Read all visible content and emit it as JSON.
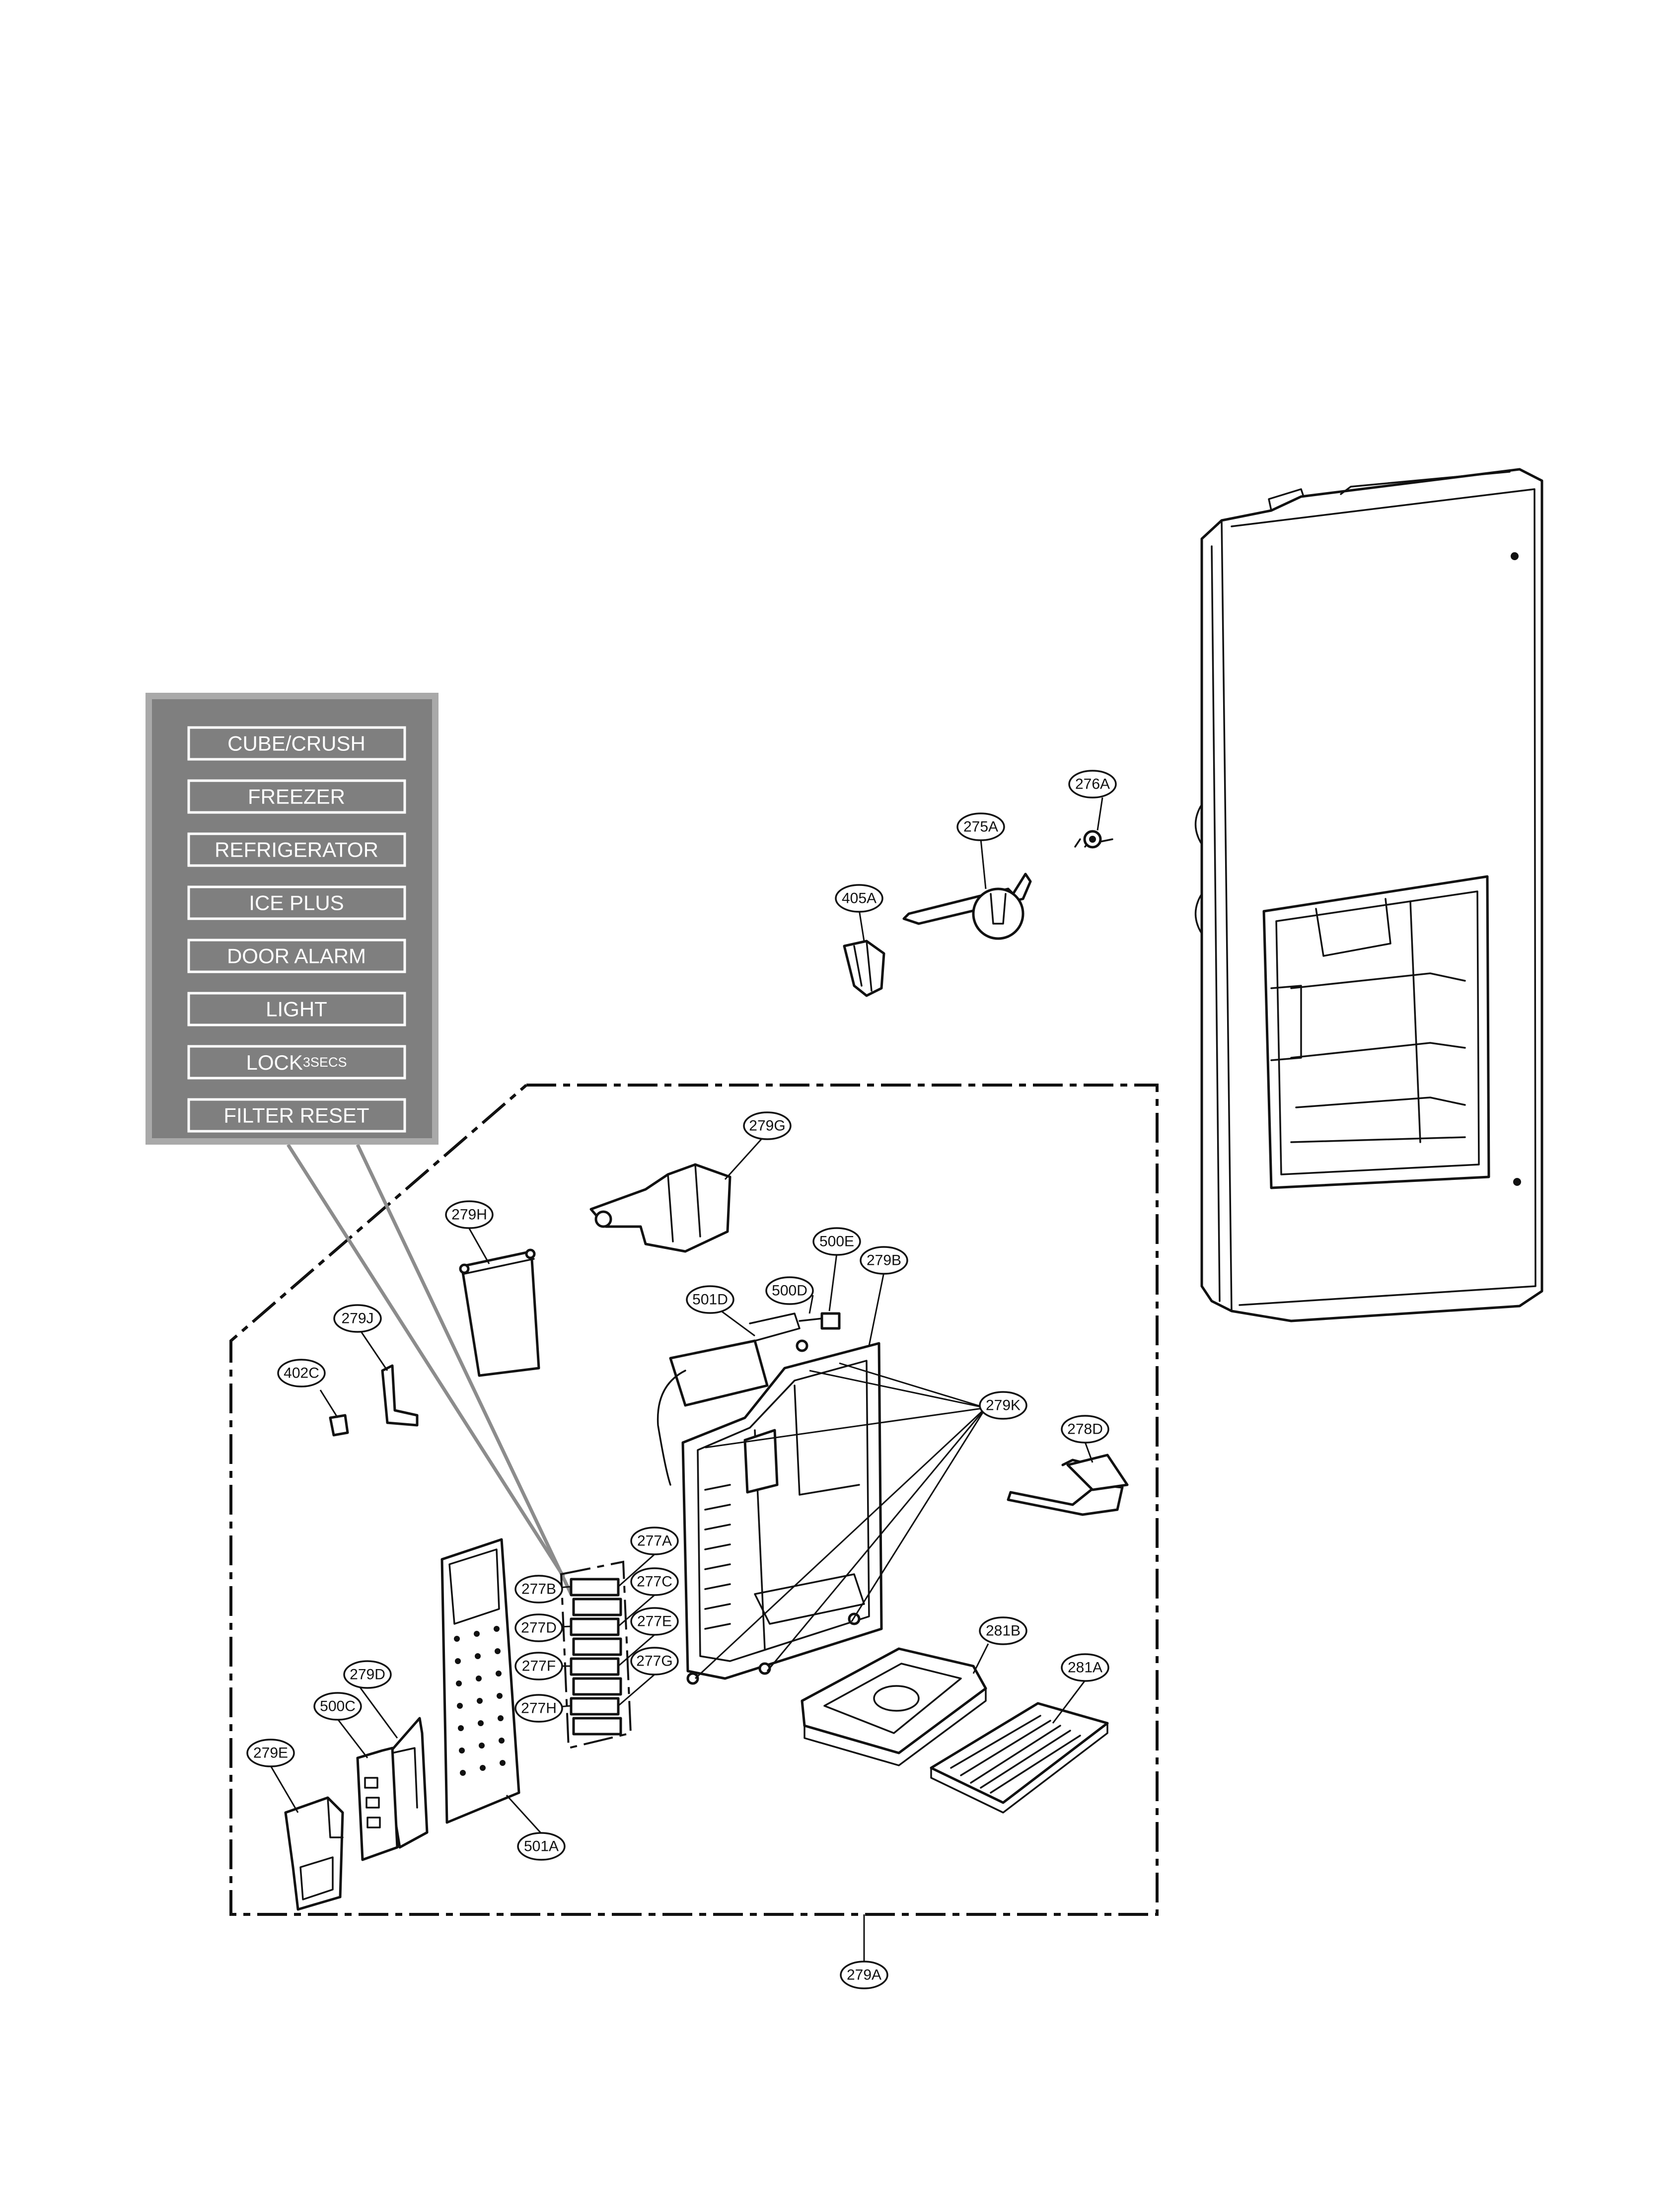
{
  "control_panel": {
    "buttons": [
      {
        "label": "CUBE/CRUSH"
      },
      {
        "label": "FREEZER"
      },
      {
        "label": "REFRIGERATOR"
      },
      {
        "label": "ICE PLUS"
      },
      {
        "label": "DOOR ALARM"
      },
      {
        "label": "LIGHT"
      },
      {
        "label": "LOCK",
        "sub": "3SECS"
      },
      {
        "label": "FILTER RESET"
      }
    ]
  },
  "part_labels": {
    "p276A": "276A",
    "p275A": "275A",
    "p405A": "405A",
    "p279G": "279G",
    "p279H": "279H",
    "p500E": "500E",
    "p279B": "279B",
    "p500D": "500D",
    "p501D": "501D",
    "p279J": "279J",
    "p402C": "402C",
    "p279K": "279K",
    "p278D": "278D",
    "p277A": "277A",
    "p277B": "277B",
    "p277C": "277C",
    "p277D": "277D",
    "p277E": "277E",
    "p277F": "277F",
    "p277G": "277G",
    "p277H": "277H",
    "p281B": "281B",
    "p281A": "281A",
    "p279D": "279D",
    "p500C": "500C",
    "p279E": "279E",
    "p501A": "501A",
    "p279A": "279A"
  },
  "colors": {
    "panel_background": "#7f7f7f",
    "panel_frame": "#a9a9a9",
    "line": "#111111",
    "background": "#ffffff"
  }
}
